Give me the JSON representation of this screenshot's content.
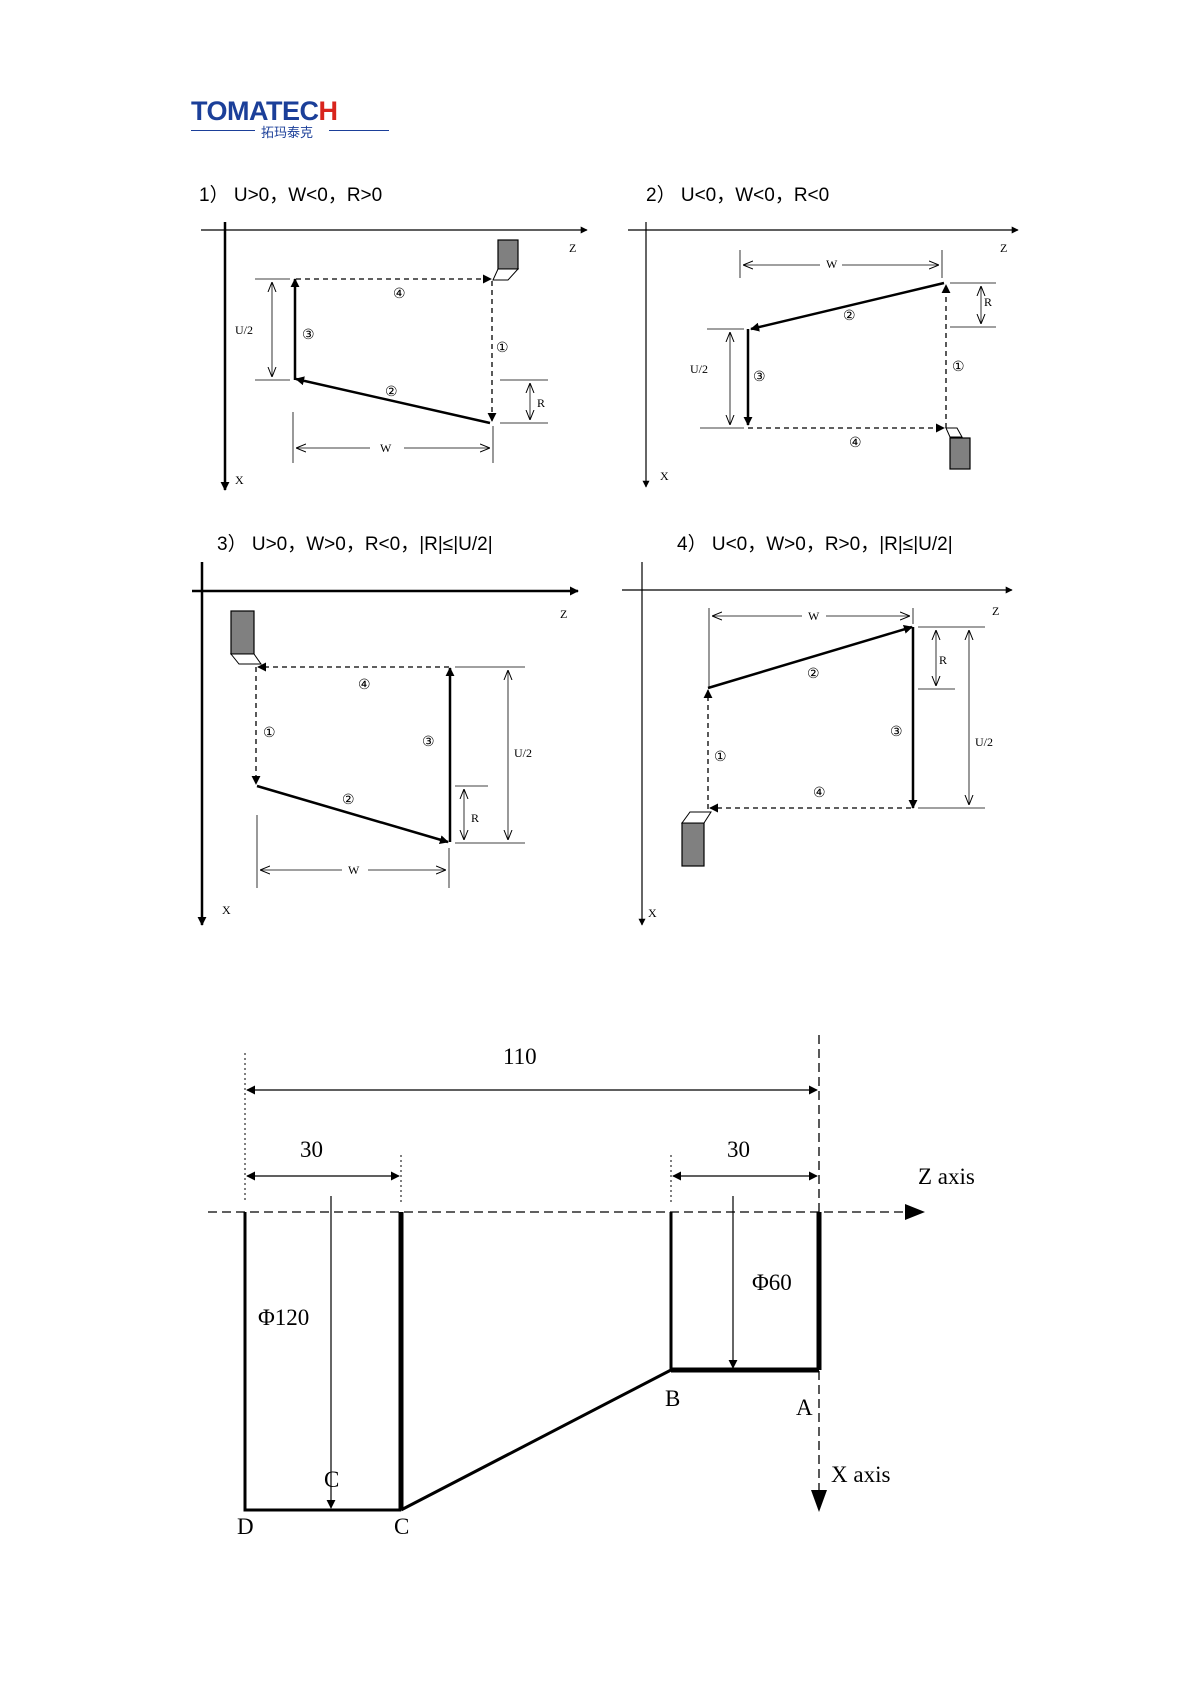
{
  "header": {
    "logo_word_main": "TOMATEC",
    "logo_word_accent": "H",
    "logo_sub": "拓玛泰克"
  },
  "captions": {
    "c1": "1）  U>0，W<0，R>0",
    "c2": "2）  U<0，W<0，R<0",
    "c3": "3）  U>0，W>0，R<0，|R|≤|U/2|",
    "c4": "4）  U<0，W>0，R>0，|R|≤|U/2|"
  },
  "diagram_labels": {
    "axis_z": "Z",
    "axis_x": "X",
    "w": "W",
    "r": "R",
    "u2": "U/2",
    "step1": "①",
    "step2": "②",
    "step3": "③",
    "step4": "④"
  },
  "part_drawing": {
    "total_length": "110",
    "left_length": "30",
    "right_length": "30",
    "z_axis": "Z axis",
    "x_axis": "X axis",
    "dia_large": "Φ120",
    "dia_small": "Φ60",
    "point_a": "A",
    "point_b": "B",
    "point_c": "C",
    "point_c2": "C",
    "point_d": "D"
  }
}
